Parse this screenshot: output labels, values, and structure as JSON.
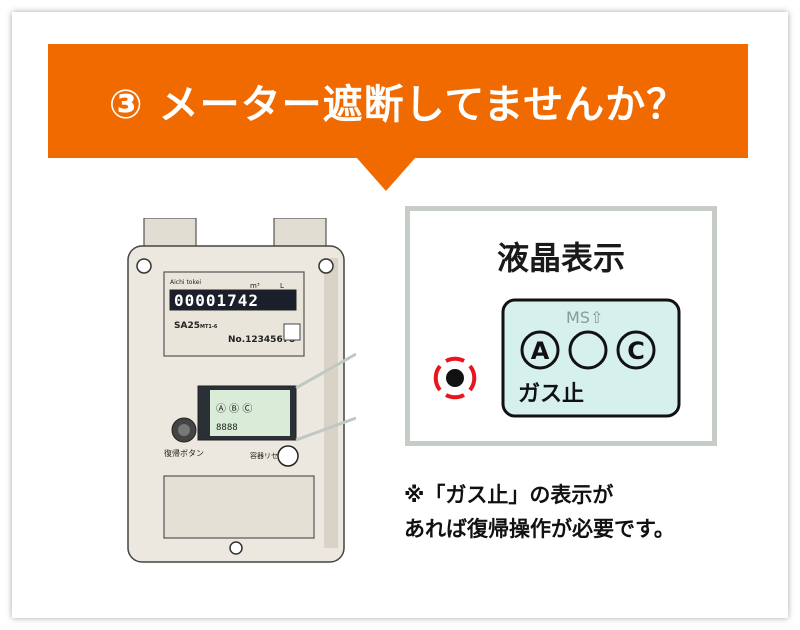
{
  "colors": {
    "accent": "#f06a00",
    "lcd_background": "#d6f0ee",
    "warning_red": "#e8141e"
  },
  "heading": {
    "step": "③",
    "title": "メーター遮断してませんか？"
  },
  "meter": {
    "brand": "Aichi tokei",
    "counter_digits": "00001742",
    "unit_m3": "m³",
    "unit_l": "L",
    "model": "SA25",
    "model_suffix": "MT1-6",
    "serial": "No.12345678",
    "restore_button_label": "復帰ボタン",
    "reset_label": "容器リセット"
  },
  "lcd_panel": {
    "title": "液晶表示",
    "ms_indicator": "MS⇧",
    "symbol_a": "A",
    "symbol_c": "C",
    "status_text": "ガス止"
  },
  "note": {
    "line1": "※「ガス止」の表示が",
    "line2": "あれば復帰操作が必要です。"
  }
}
